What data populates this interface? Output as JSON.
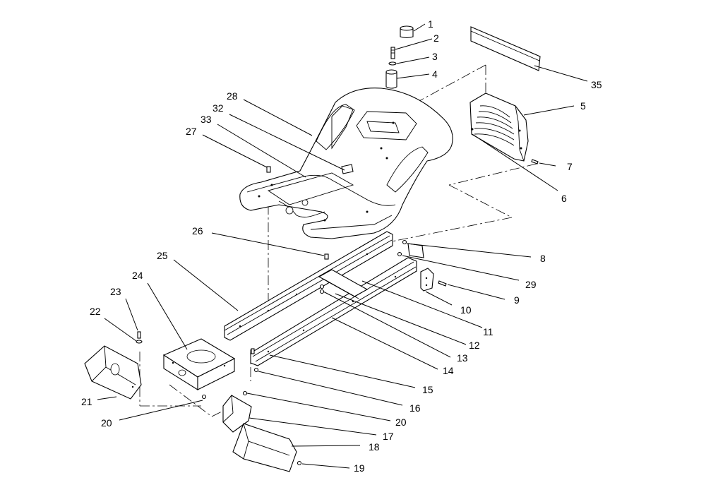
{
  "diagram": {
    "callouts": [
      {
        "id": "c1",
        "label": "1"
      },
      {
        "id": "c2",
        "label": "2"
      },
      {
        "id": "c3",
        "label": "3"
      },
      {
        "id": "c4",
        "label": "4"
      },
      {
        "id": "c35",
        "label": "35"
      },
      {
        "id": "c5",
        "label": "5"
      },
      {
        "id": "c28",
        "label": "28"
      },
      {
        "id": "c32",
        "label": "32"
      },
      {
        "id": "c33",
        "label": "33"
      },
      {
        "id": "c27",
        "label": "27"
      },
      {
        "id": "c7",
        "label": "7"
      },
      {
        "id": "c6",
        "label": "6"
      },
      {
        "id": "c26",
        "label": "26"
      },
      {
        "id": "c8",
        "label": "8"
      },
      {
        "id": "c25",
        "label": "25"
      },
      {
        "id": "c29",
        "label": "29"
      },
      {
        "id": "c24",
        "label": "24"
      },
      {
        "id": "c9",
        "label": "9"
      },
      {
        "id": "c23",
        "label": "23"
      },
      {
        "id": "c10",
        "label": "10"
      },
      {
        "id": "c22",
        "label": "22"
      },
      {
        "id": "c11",
        "label": "11"
      },
      {
        "id": "c12",
        "label": "12"
      },
      {
        "id": "c13",
        "label": "13"
      },
      {
        "id": "c14",
        "label": "14"
      },
      {
        "id": "c15",
        "label": "15"
      },
      {
        "id": "c21",
        "label": "21"
      },
      {
        "id": "c16",
        "label": "16"
      },
      {
        "id": "c20a",
        "label": "20"
      },
      {
        "id": "c20b",
        "label": "20"
      },
      {
        "id": "c17",
        "label": "17"
      },
      {
        "id": "c18",
        "label": "18"
      },
      {
        "id": "c19",
        "label": "19"
      }
    ]
  }
}
